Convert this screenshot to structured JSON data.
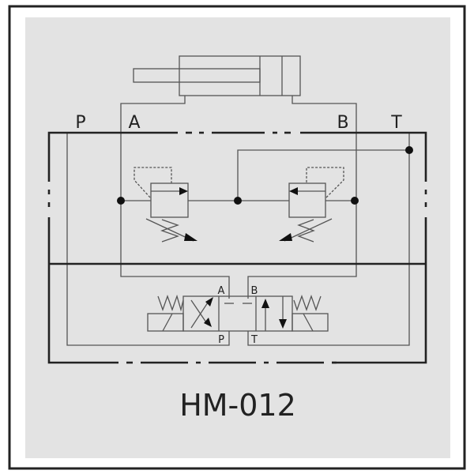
{
  "diagram": {
    "title": "HM-012",
    "ports_top": {
      "p": "P",
      "a": "A",
      "b": "B",
      "t": "T"
    },
    "valve_ports": {
      "a": "A",
      "b": "B",
      "p": "P",
      "t": "T"
    },
    "colors": {
      "background": "#e3e3e3",
      "frame": "#222222",
      "line": "#555555"
    }
  }
}
